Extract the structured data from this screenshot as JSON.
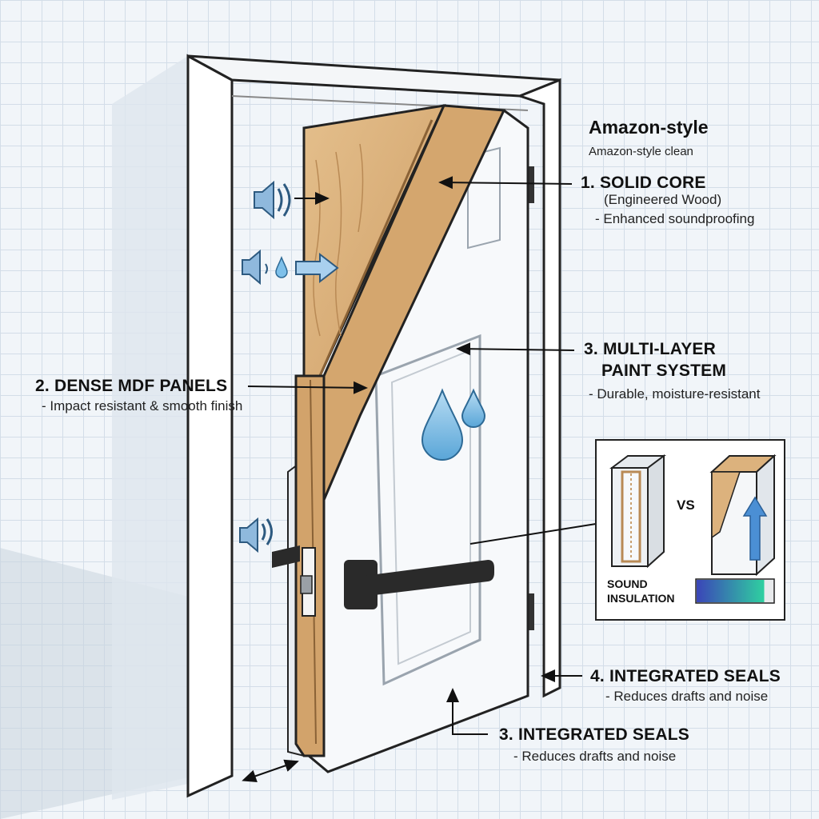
{
  "header": {
    "title": "Amazon-style",
    "subtitle": "Amazon-style clean"
  },
  "callouts": [
    {
      "heading": "1. SOLID CORE",
      "lines": [
        "(Engineered Wood)",
        "- Enhanced soundproofing"
      ]
    },
    {
      "heading": "2. DENSE MDF PANELS",
      "lines": [
        "- Impact resistant & smooth finish"
      ]
    },
    {
      "heading_lines": [
        "3. MULTI-LAYER",
        "PAINT SYSTEM"
      ],
      "lines": [
        "- Durable, moisture-resistant"
      ]
    },
    {
      "heading": "4. INTEGRATED SEALS",
      "lines": [
        "- Reduces drafts and noise"
      ]
    },
    {
      "heading": "3. INTEGRATED SEALS",
      "lines": [
        "- Reduces drafts and noise"
      ]
    }
  ],
  "inset": {
    "vs_label": "VS",
    "bar_label_lines": [
      "SOUND",
      "INSULATION"
    ],
    "bar_fill_fraction": 0.88
  },
  "colors": {
    "wood": "#dcb27d",
    "wood_dark": "#b98a55",
    "door_white": "#f7f9fb",
    "handle": "#2a2a2a",
    "water": "#6fb3de",
    "grid": "#d3dde8"
  }
}
